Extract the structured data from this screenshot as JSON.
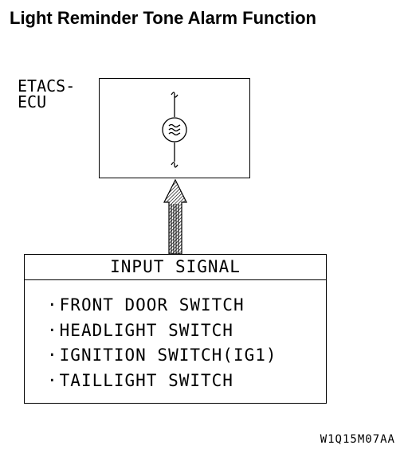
{
  "title": "Light Reminder Tone Alarm Function",
  "ecu": {
    "label_line1": "ETACS-",
    "label_line2": "ECU",
    "buzzer_icon": "buzzer-icon"
  },
  "input": {
    "header": "INPUT SIGNAL",
    "signals": [
      "FRONT DOOR SWITCH",
      "HEADLIGHT SWITCH",
      "IGNITION SWITCH(IG1)",
      "TAILLIGHT SWITCH"
    ]
  },
  "figure_code": "W1Q15M07AA"
}
